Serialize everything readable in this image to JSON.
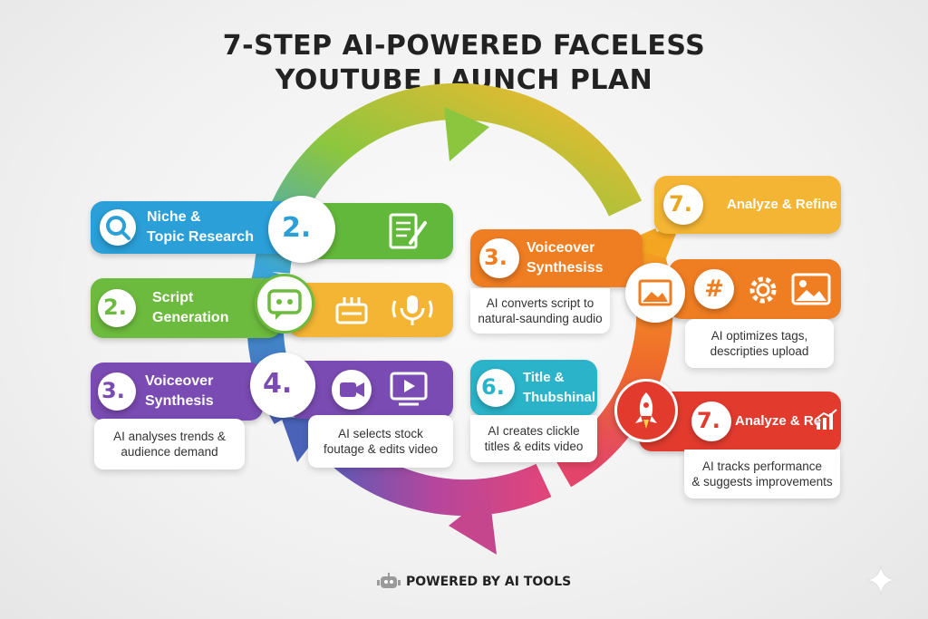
{
  "title": {
    "line1": "7-STEP AI-POWERED FACELESS",
    "line2": "YOUTUBE LAUNCH PLAN"
  },
  "steps": [
    {
      "num": "",
      "label": "Niche &\nTopic Research",
      "color": "#2a9fd8",
      "icon": "search-icon"
    },
    {
      "num": "2.",
      "label": "Script\nGeneration",
      "color": "#6dbb3e",
      "icon": ""
    },
    {
      "num": "3.",
      "label": "Voiceover\nSynthesis",
      "color": "#7a4bb2",
      "icon": ""
    },
    {
      "num": "3.",
      "label": "Voiceover\nSynthesiss",
      "color": "#ef7d22",
      "icon": ""
    },
    {
      "num": "6.",
      "label": "Title &\nThubshinal",
      "color": "#2bb3c9",
      "icon": ""
    },
    {
      "num": "7.",
      "label": "Analyze & Refine",
      "color": "#f4b534",
      "icon": ""
    },
    {
      "num": "7.",
      "label": "Analyze & Re",
      "color": "#e23b2e",
      "icon": "chart-up-icon"
    }
  ],
  "hub_numbers": {
    "n2": "2.",
    "n4": "4."
  },
  "cards": {
    "niche": "AI analyses trends &\naudience demand",
    "video": "AI selects stock\nfoutage & edits video",
    "voice": "AI converts script to\nnatural-saunding audio",
    "title": "AI creates clickle\ntitles & edits video",
    "tags": "AI optimizes tags,\ndescripties upload",
    "track": "AI tracks performance\n& suggests improvements"
  },
  "footer": {
    "text": "POWERED BY AI TOOLS",
    "icon": "robot-icon"
  },
  "colors": {
    "blue": "#2a9fd8",
    "green": "#6dbb3e",
    "purple": "#7a4bb2",
    "orange": "#ef7d22",
    "teal": "#2bb3c9",
    "yellow": "#f4b534",
    "red": "#e23b2e"
  }
}
